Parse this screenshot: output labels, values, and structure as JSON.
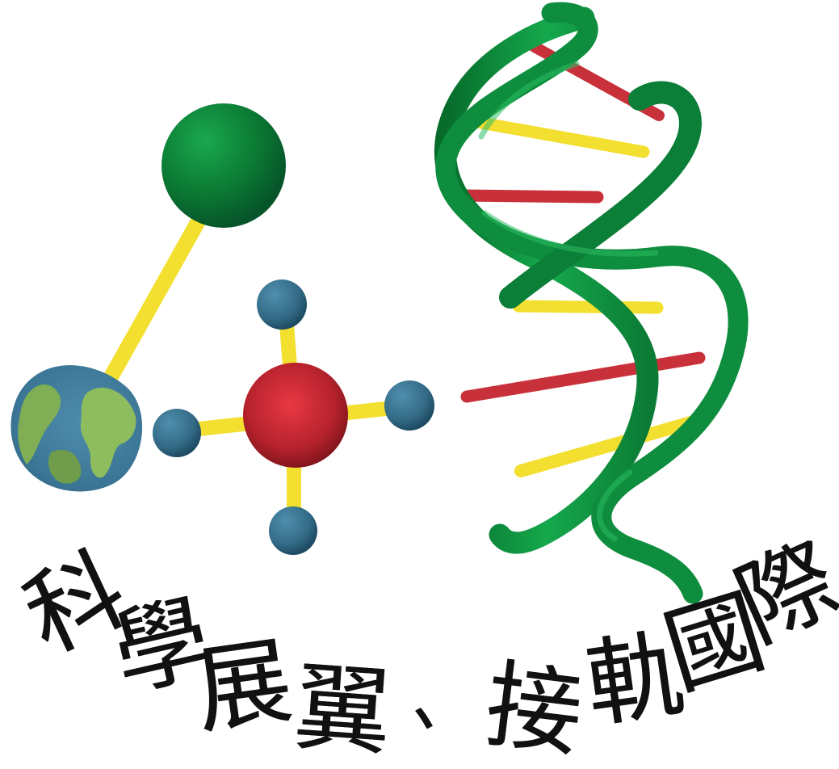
{
  "logo": {
    "slogan": [
      "科",
      "學",
      "展",
      "翼",
      "、",
      "接",
      "軌",
      "國",
      "際"
    ],
    "colors": {
      "green": "#0f8a3c",
      "yellow": "#f3df2f",
      "red": "#c9313a",
      "blue": "#3f7895",
      "land": "#8dbd5d",
      "ink": "#111111"
    }
  }
}
